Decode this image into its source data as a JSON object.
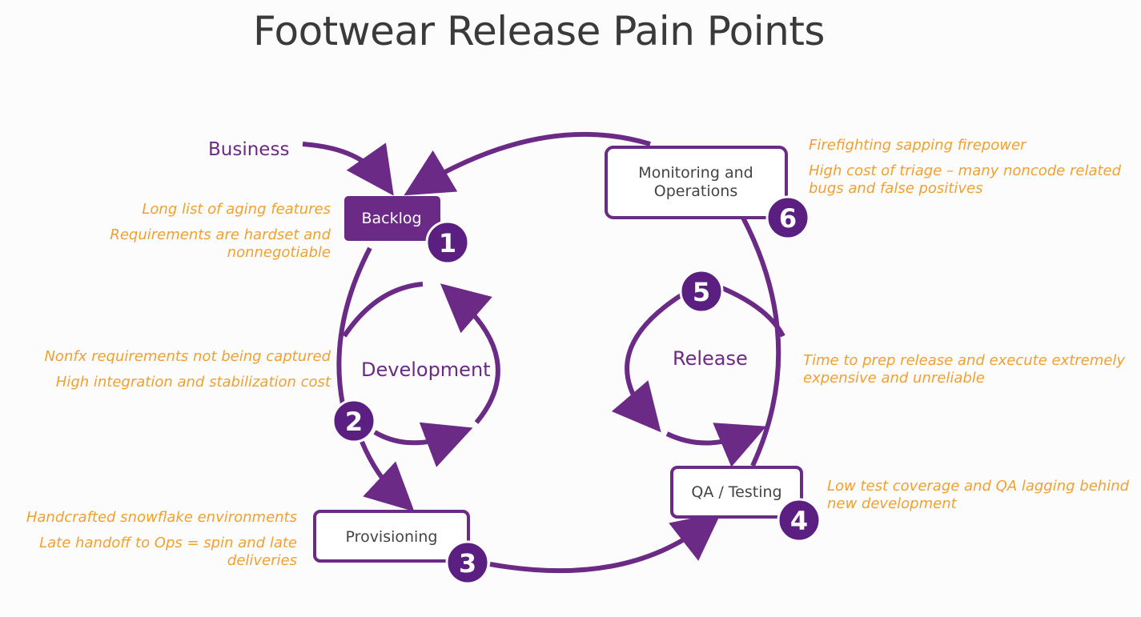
{
  "title": "Footwear Release Pain Points",
  "colors": {
    "purple": "#6a2a85",
    "box_fill": "#6a2a85",
    "orange": "#f0a030"
  },
  "labels": {
    "business": "Business",
    "development": "Development",
    "release": "Release"
  },
  "stages": {
    "backlog": {
      "label": "Backlog",
      "number": "1"
    },
    "provisioning": {
      "label": "Provisioning",
      "number": "3"
    },
    "qa": {
      "label": "QA / Testing",
      "number": "4"
    },
    "monitoring": {
      "label_line1": "Monitoring and",
      "label_line2": "Operations",
      "number": "6"
    },
    "development_badge": {
      "number": "2"
    },
    "release_badge": {
      "number": "5"
    }
  },
  "notes": {
    "backlog": {
      "line1": "Long list of aging features",
      "line2a": "Requirements are hardset and",
      "line2b": "nonnegotiable"
    },
    "development": {
      "line1": "Nonfx requirements not being captured",
      "line2": "High integration and stabilization cost"
    },
    "provisioning": {
      "line1": "Handcrafted snowflake environments",
      "line2a": "Late handoff to Ops = spin and late",
      "line2b": "deliveries"
    },
    "monitoring": {
      "line1": "Firefighting sapping firepower",
      "line2a": "High cost of triage – many noncode related",
      "line2b": "bugs and false positives"
    },
    "release": {
      "line1a": "Time to prep release and execute extremely",
      "line1b": "expensive and unreliable"
    },
    "qa": {
      "line1a": "Low test coverage and QA lagging behind",
      "line1b": "new development"
    }
  }
}
